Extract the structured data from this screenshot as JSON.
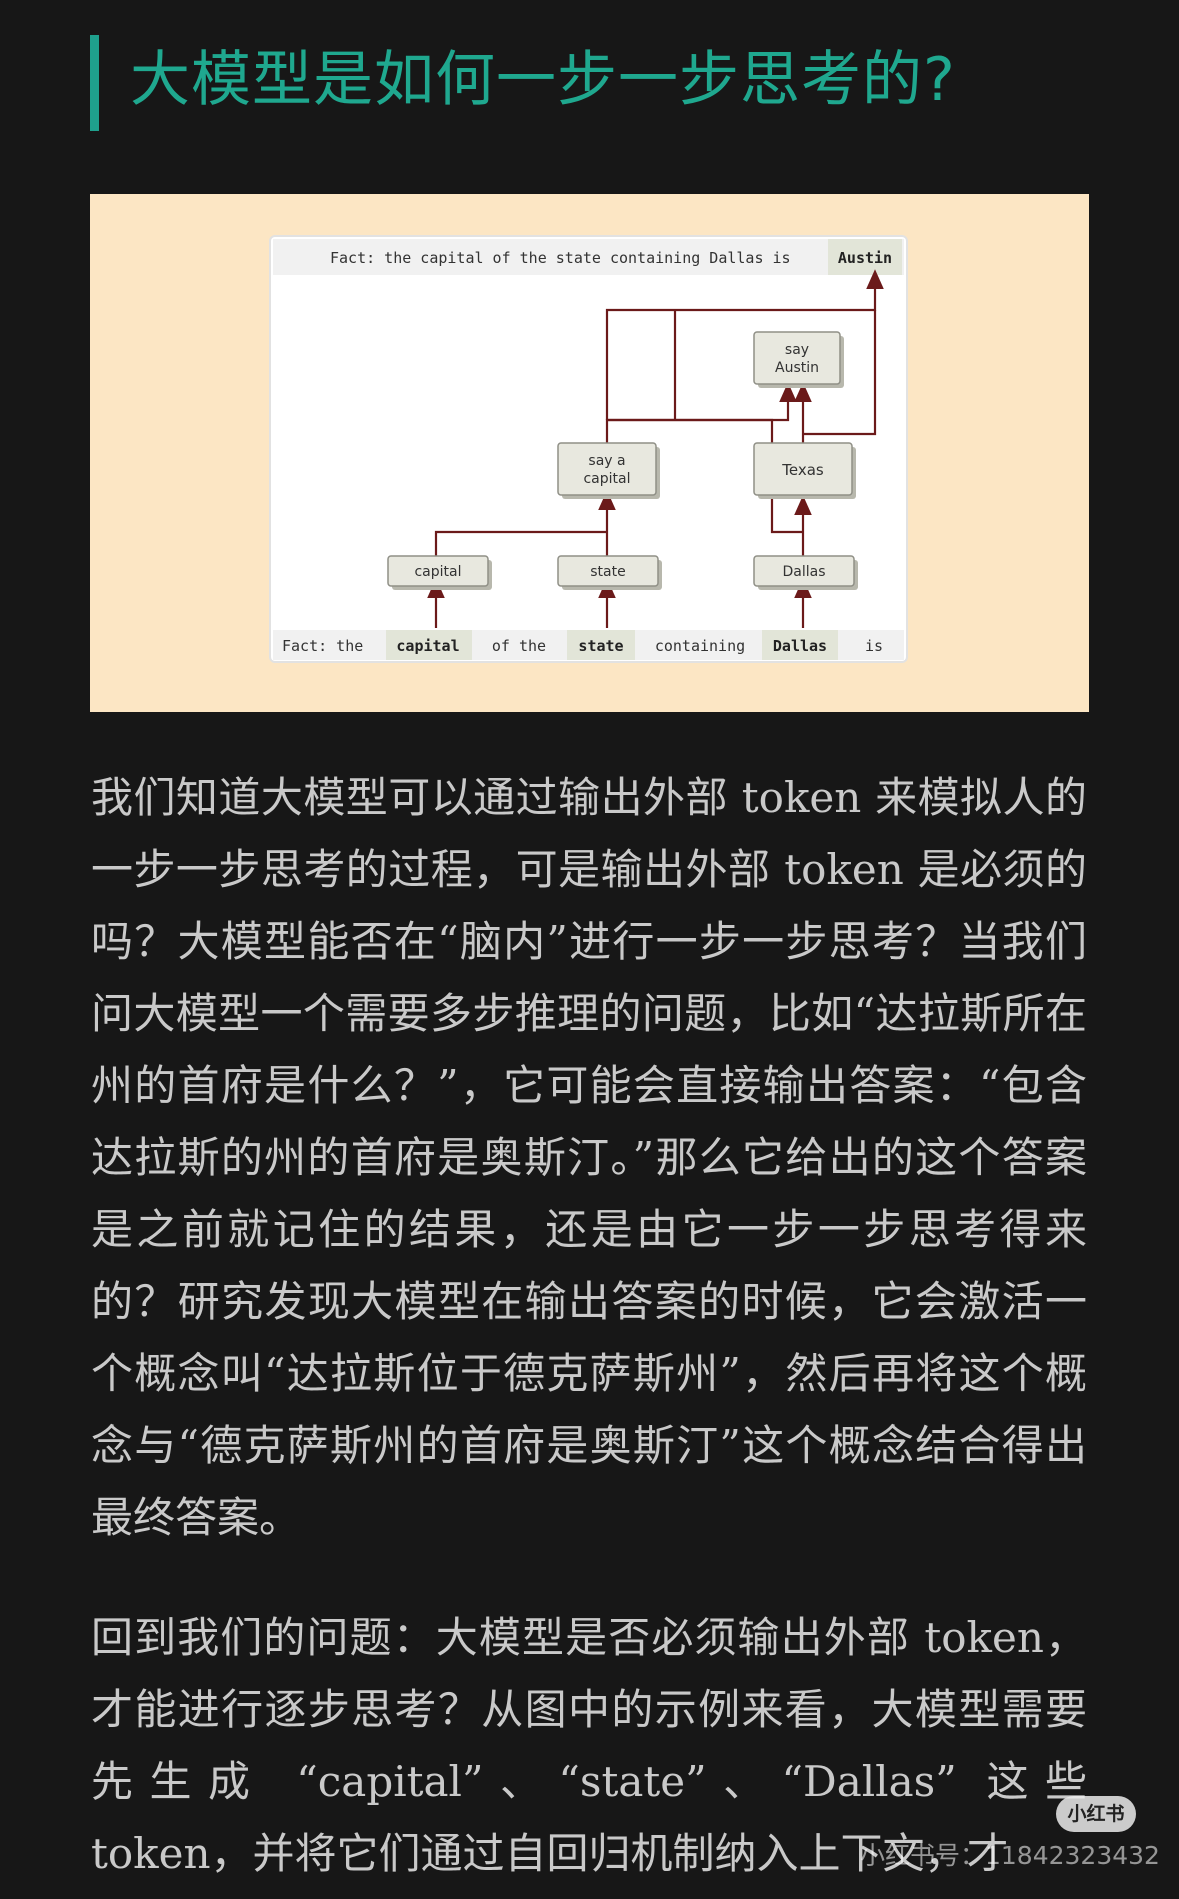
{
  "heading": {
    "title": "大模型是如何一步一步思考的?",
    "accent_color": "#1fa88f"
  },
  "figure": {
    "background": "#fce6c4",
    "top_prompt": "Fact: the capital of the state containing Dallas is",
    "top_answer": "Austin",
    "nodes": {
      "say_austin_line1": "say",
      "say_austin_line2": "Austin",
      "say_capital_line1": "say a",
      "say_capital_line2": "capital",
      "texas": "Texas",
      "capital": "capital",
      "state": "state",
      "dallas": "Dallas"
    },
    "tokens": {
      "t1": "Fact: the",
      "t2": "capital",
      "t3": "of the",
      "t4": "state",
      "t5": "containing",
      "t6": "Dallas",
      "t7": "is"
    },
    "arrow_color": "#6b1a1a"
  },
  "article": {
    "paragraph1": "我们知道大模型可以通过输出外部 token 来模拟人的一步一步思考的过程，可是输出外部 token 是必须的吗？大模型能否在“脑内”进行一步一步思考？当我们问大模型一个需要多步推理的问题，比如“达拉斯所在州的首府是什么？”，它可能会直接输出答案：“包含达拉斯的州的首府是奥斯汀。”那么它给出的这个答案是之前就记住的结果，还是由它一步一步思考得来的？研究发现大模型在输出答案的时候，它会激活一个概念叫“达拉斯位于德克萨斯州”，然后再将这个概念与“德克萨斯州的首府是奥斯汀”这个概念结合得出最终答案。",
    "paragraph2": "回到我们的问题：大模型是否必须输出外部 token，才能进行逐步思考？从图中的示例来看，大模型需要先生成 “capital”、“state”、“Dallas” 这些 token，并将它们通过自回归机制纳入上下文，才"
  },
  "overlay": {
    "logo": "小红书",
    "watermark": "小红书号：11842323432"
  }
}
